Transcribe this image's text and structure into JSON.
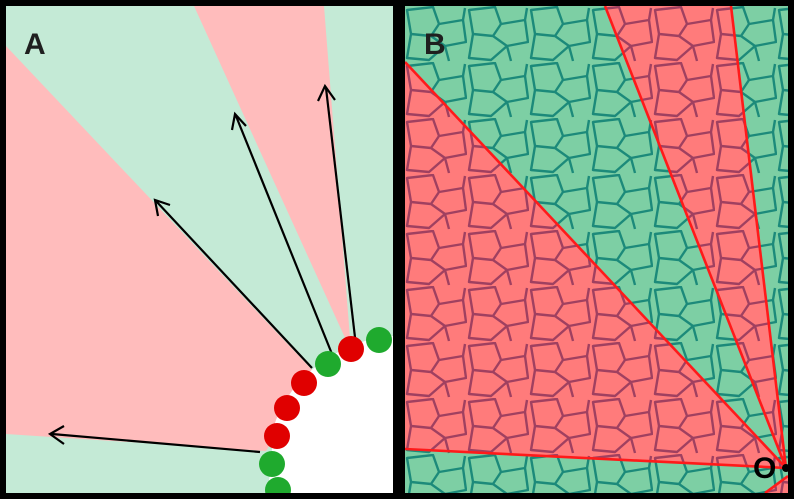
{
  "panels": {
    "a": {
      "label": "A"
    },
    "b": {
      "label": "B",
      "origin_label": "O"
    }
  },
  "colors": {
    "light_green": "#c4ead6",
    "light_red": "#ffbcbc",
    "green_dot": "#1faa2e",
    "red_dot": "#e00000",
    "arrow": "#000000",
    "tissue_green": "#7dcfa4",
    "tissue_red": "#ff7b7b",
    "cell_outline_green": "#1c8a7a",
    "cell_outline_red": "#a04060",
    "sector_border": "#ff1a1a",
    "border": "#000000"
  }
}
